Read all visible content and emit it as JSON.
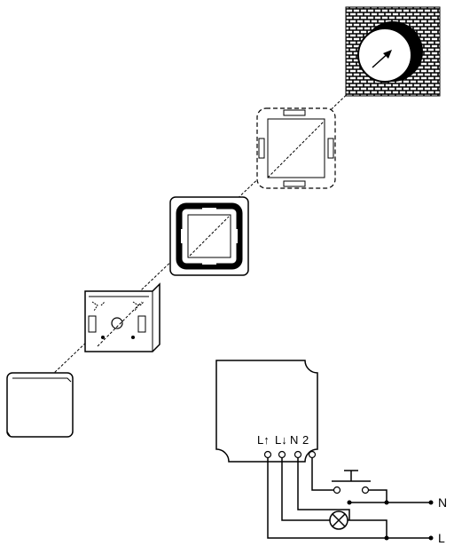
{
  "terminals": {
    "t1": "L↑",
    "t2": "L↓",
    "t3": "N",
    "t4": "2"
  },
  "wiring": {
    "neutral_label": "N",
    "line_label": "L"
  },
  "components": [
    "wall-box-with-brick-wall",
    "mounting-frame",
    "cover-frame",
    "insert-module",
    "rocker-cover",
    "connection-box",
    "push-button",
    "lamp"
  ]
}
